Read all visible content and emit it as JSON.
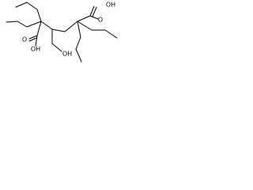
{
  "molecule": {
    "atoms": {
      "oh_top_right": "OH",
      "o_top_right": "O",
      "o_left": "O",
      "oh_left": "OH",
      "oh_bottom": "OH"
    }
  }
}
